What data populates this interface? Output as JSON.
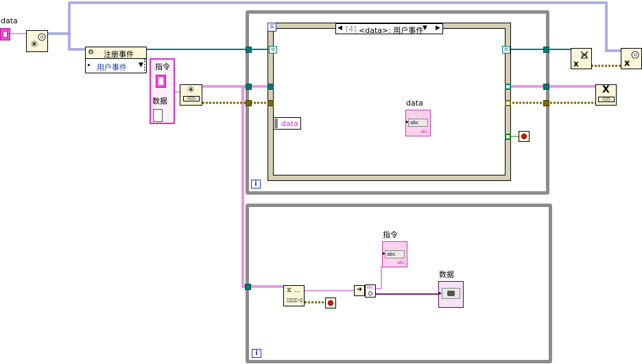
{
  "labels": {
    "data_control": "data",
    "register_events": "注册事件",
    "user_event": "用户事件",
    "cluster_cmd": "指令",
    "cluster_data": "数据",
    "event_case_index": "[4]",
    "event_case_name": "<data>: 用户事件",
    "data_indicator": "data",
    "event_data_node": "data",
    "cmd_indicator": "指令",
    "data_indicator_bottom": "数据",
    "abc": "abc",
    "loop_i": "i",
    "dequeue_dots": "..."
  },
  "colors": {
    "string_wire": "#d32fc8",
    "refnum_wire": "#007a78",
    "error_wire": "#7d6b00",
    "event_wire": "#3b3fa8",
    "loop_border": "#8c8c8c",
    "node_fill": "#fbf7d8"
  }
}
